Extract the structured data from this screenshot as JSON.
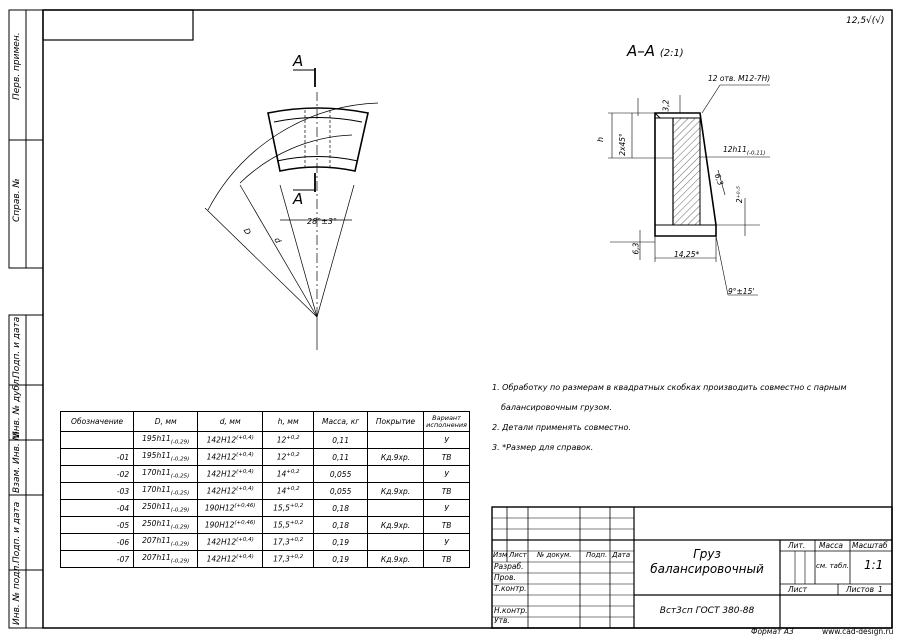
{
  "roughness": "12,5",
  "section_title": "А–А",
  "section_scale": "(2:1)",
  "cut_label": "А",
  "dims": {
    "holes": "12 отв. М12-7Н)",
    "chamfer_top": "3,2",
    "h": "h",
    "chamfer": "2х45°",
    "fit": "12h11",
    "fit_tol": "(-0,11)",
    "r63": "6,3",
    "r04": "2⁺⁰·⁵",
    "r63b": "6,3",
    "len": "14,25*",
    "angle": "9°±15'",
    "D": "D",
    "d": "d",
    "arc_angle": "28°±3°"
  },
  "spec_table": {
    "headers": [
      "Обозначение",
      "D, мм",
      "d, мм",
      "h, мм",
      "Масса, кг",
      "Покрытие",
      "Вариант исполнения"
    ],
    "rows": [
      {
        "des": "",
        "D": "195h11",
        "D_tol": "(-0,29)",
        "d": "142Н12",
        "d_tol": "(+0,4)",
        "h": "12",
        "h_tol": "+0,2",
        "mass": "0,11",
        "cover": "",
        "var": "У"
      },
      {
        "des": "-01",
        "D": "195h11",
        "D_tol": "(-0,29)",
        "d": "142Н12",
        "d_tol": "(+0,4)",
        "h": "12",
        "h_tol": "+0,2",
        "mass": "0,11",
        "cover": "Кд.9хр.",
        "var": "ТВ"
      },
      {
        "des": "-02",
        "D": "170h11",
        "D_tol": "(-0,25)",
        "d": "142Н12",
        "d_tol": "(+0,4)",
        "h": "14",
        "h_tol": "+0,2",
        "mass": "0,055",
        "cover": "",
        "var": "У"
      },
      {
        "des": "-03",
        "D": "170h11",
        "D_tol": "(-0,25)",
        "d": "142Н12",
        "d_tol": "(+0,4)",
        "h": "14",
        "h_tol": "+0,2",
        "mass": "0,055",
        "cover": "Кд.9хр.",
        "var": "ТВ"
      },
      {
        "des": "-04",
        "D": "250h11",
        "D_tol": "(-0,29)",
        "d": "190Н12",
        "d_tol": "(+0,46)",
        "h": "15,5",
        "h_tol": "+0,2",
        "mass": "0,18",
        "cover": "",
        "var": "У"
      },
      {
        "des": "-05",
        "D": "250h11",
        "D_tol": "(-0,29)",
        "d": "190Н12",
        "d_tol": "(+0,46)",
        "h": "15,5",
        "h_tol": "+0,2",
        "mass": "0,18",
        "cover": "Кд.9хр.",
        "var": "ТВ"
      },
      {
        "des": "-06",
        "D": "207h11",
        "D_tol": "(-0,29)",
        "d": "142Н12",
        "d_tol": "(+0,4)",
        "h": "17,3",
        "h_tol": "+0,2",
        "mass": "0,19",
        "cover": "",
        "var": "У"
      },
      {
        "des": "-07",
        "D": "207h11",
        "D_tol": "(-0,29)",
        "d": "142Н12",
        "d_tol": "(+0,4)",
        "h": "17,3",
        "h_tol": "+0,2",
        "mass": "0,19",
        "cover": "Кд.9хр.",
        "var": "ТВ"
      }
    ]
  },
  "notes": [
    "1. Обработку по размерам в квадратных скобках производить совместно с парным",
    "балансировочным грузом.",
    "2. Детали применять совместно.",
    "3. *Размер для справок."
  ],
  "sidebar": {
    "perv": "Перв. примен.",
    "sprav": "Справ. №",
    "podp_date1": "Подп. и дата",
    "inv_dubl": "Инв. № дубл.",
    "vzam": "Взам. Инв. №",
    "podp_date2": "Подп. и дата",
    "inv_podl": "Инв. № подл."
  },
  "title_block": {
    "cols": [
      "Изм",
      "Лист",
      "№ докум.",
      "Подп.",
      "Дата"
    ],
    "roles": [
      "Разраб.",
      "Пров.",
      "Т.контр.",
      "",
      "Н.контр.",
      "Утв."
    ],
    "name_line1": "Груз",
    "name_line2": "балансировочный",
    "material": "Вст3сп ГОСТ 380-88",
    "lit": "Лит.",
    "mass": "Масса",
    "scale": "Масштаб",
    "mass_value": "см. табл.",
    "scale_value": "1:1",
    "sheet": "Лист",
    "sheets": "Листов",
    "sheets_value": "1"
  },
  "footer": {
    "format": "Формат А3",
    "site": "www.cad-design.ru"
  }
}
